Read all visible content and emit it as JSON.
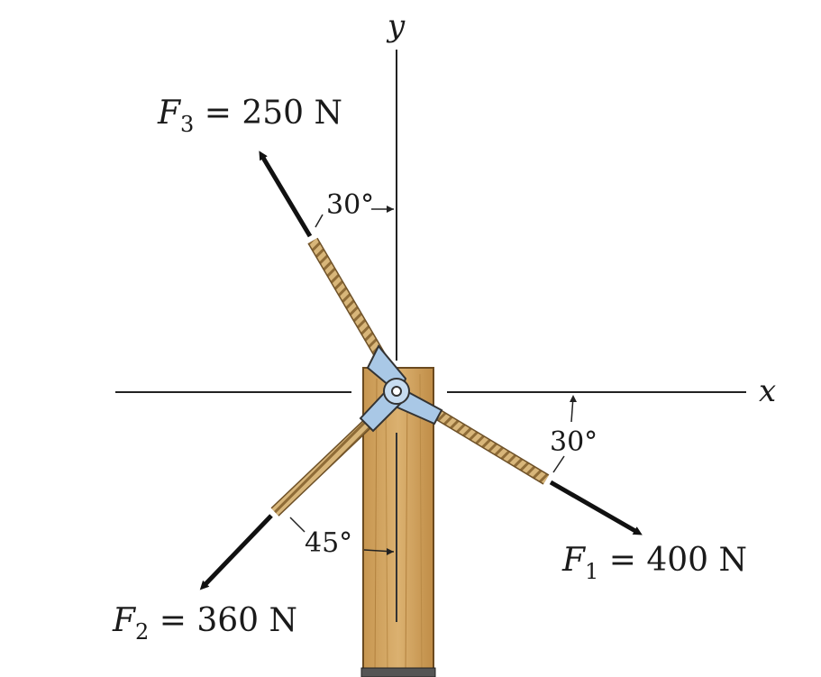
{
  "axes": {
    "x_label": "x",
    "y_label": "y"
  },
  "forces": [
    {
      "id": "F1",
      "symbol": "F",
      "subscript": "1",
      "equals": " = ",
      "magnitude": "400 N",
      "angle_text": "30°"
    },
    {
      "id": "F2",
      "symbol": "F",
      "subscript": "2",
      "equals": " = ",
      "magnitude": "360 N",
      "angle_text": "45°"
    },
    {
      "id": "F3",
      "symbol": "F",
      "subscript": "3",
      "equals": " = ",
      "magnitude": "250 N",
      "angle_text": "30°"
    }
  ],
  "colors": {
    "post_wood": "#d3a861",
    "post_edge": "#6b4a1f",
    "rope": "#c9a46a",
    "bracket": "#a9c8e6",
    "arrow": "#111111"
  }
}
